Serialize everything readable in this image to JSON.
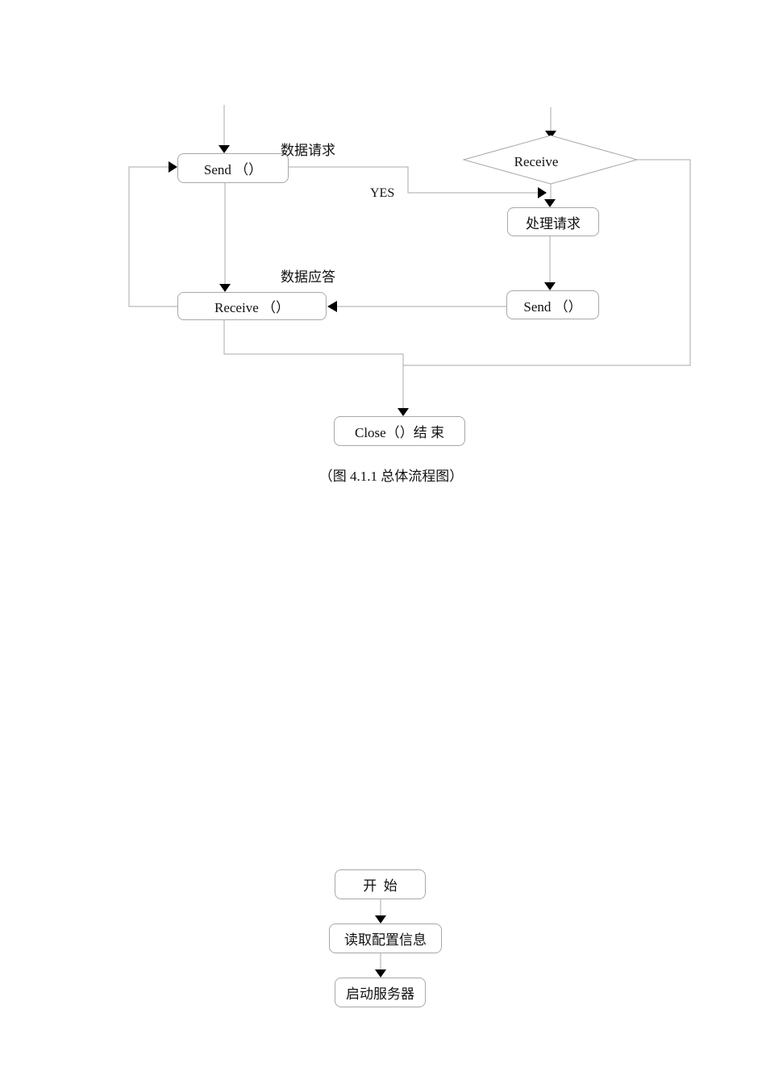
{
  "colors": {
    "line": "#a8a8a8",
    "arrow": "#000000",
    "text": "#111111",
    "box_fill": "#ffffff",
    "page_background": "#ffffff"
  },
  "main_flowchart": {
    "nodes": {
      "send_client": {
        "label": "Send （）"
      },
      "receive_decision": {
        "label": "Receive"
      },
      "process_request": {
        "label": "处理请求"
      },
      "send_server": {
        "label": "Send （）"
      },
      "receive_client": {
        "label": "Receive （）"
      },
      "close_end": {
        "label": "Close（）结 束"
      }
    },
    "edge_labels": {
      "data_request": "数据请求",
      "yes": "YES",
      "data_reply": "数据应答"
    },
    "caption": "（图 4.1.1 总体流程图）"
  },
  "startup_flowchart": {
    "nodes": {
      "start": {
        "label": "开  始"
      },
      "read_config": {
        "label": "读取配置信息"
      },
      "start_server": {
        "label": "启动服务器"
      }
    }
  }
}
